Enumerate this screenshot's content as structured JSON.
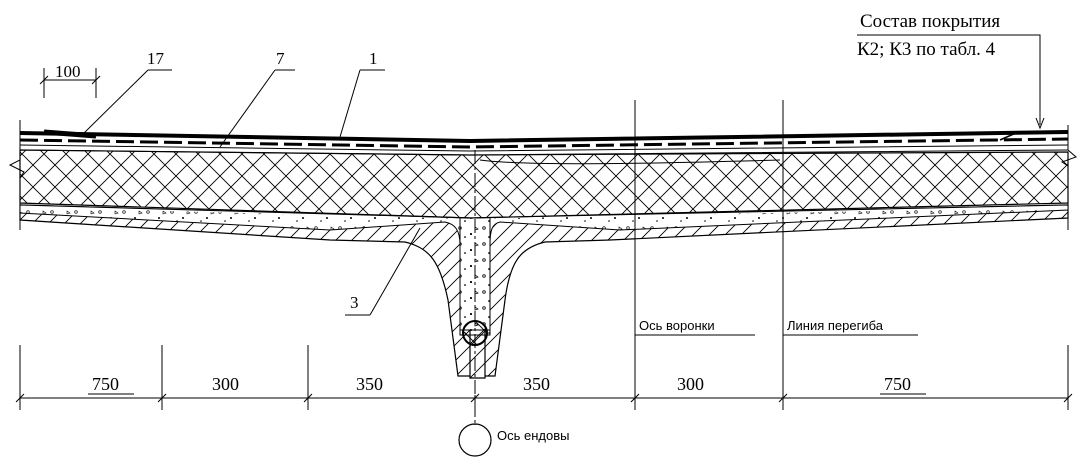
{
  "title_lines": [
    "Состав покрытия",
    "К2; К3 по табл. 4"
  ],
  "callouts": [
    "17",
    "7",
    "1",
    "3"
  ],
  "overlap_dim": "100",
  "axis_labels": {
    "funnel": "Ось воронки",
    "fold": "Линия перегиба",
    "valley": "Ось ендовы"
  },
  "dimensions": [
    "750",
    "300",
    "350",
    "350",
    "300",
    "750"
  ]
}
